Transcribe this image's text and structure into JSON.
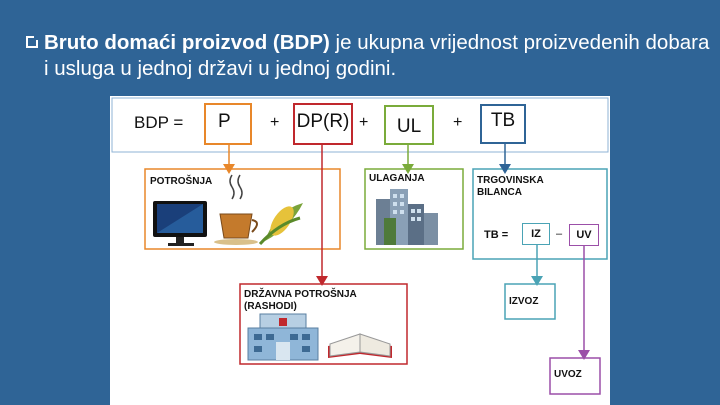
{
  "heading": {
    "bold_part": "Bruto domaći proizvod (BDP)",
    "rest_part": " je ukupna vrijednost proizvedenih dobara i usluga u jednoj državi u jednoj godini."
  },
  "diagram": {
    "formula": {
      "lhs": "BDP =",
      "terms": [
        "P",
        "DP(R)",
        "UL",
        "TB"
      ],
      "ops": [
        "+",
        "+",
        "+"
      ]
    },
    "panels": {
      "potrosnja": "POTROŠNJA",
      "ulaganja": "ULAGANJA",
      "trgovinska_bilanca": "TRGOVINSKA\nBILANCA",
      "drzavna_potrosnja": "DRŽAVNA POTROŠNJA\n(RASHODI)",
      "izvoz": "IZVOZ",
      "uvoz": "UVOZ"
    },
    "tb_formula": {
      "lhs": "TB =",
      "iz": "IZ",
      "op": "–",
      "uv": "UV"
    },
    "colors": {
      "P": "#e8872a",
      "DP": "#c0282d",
      "UL": "#7aab3a",
      "TB": "#2f6496",
      "UV": "#9b4fa8",
      "teal": "#4aa3b5"
    }
  }
}
